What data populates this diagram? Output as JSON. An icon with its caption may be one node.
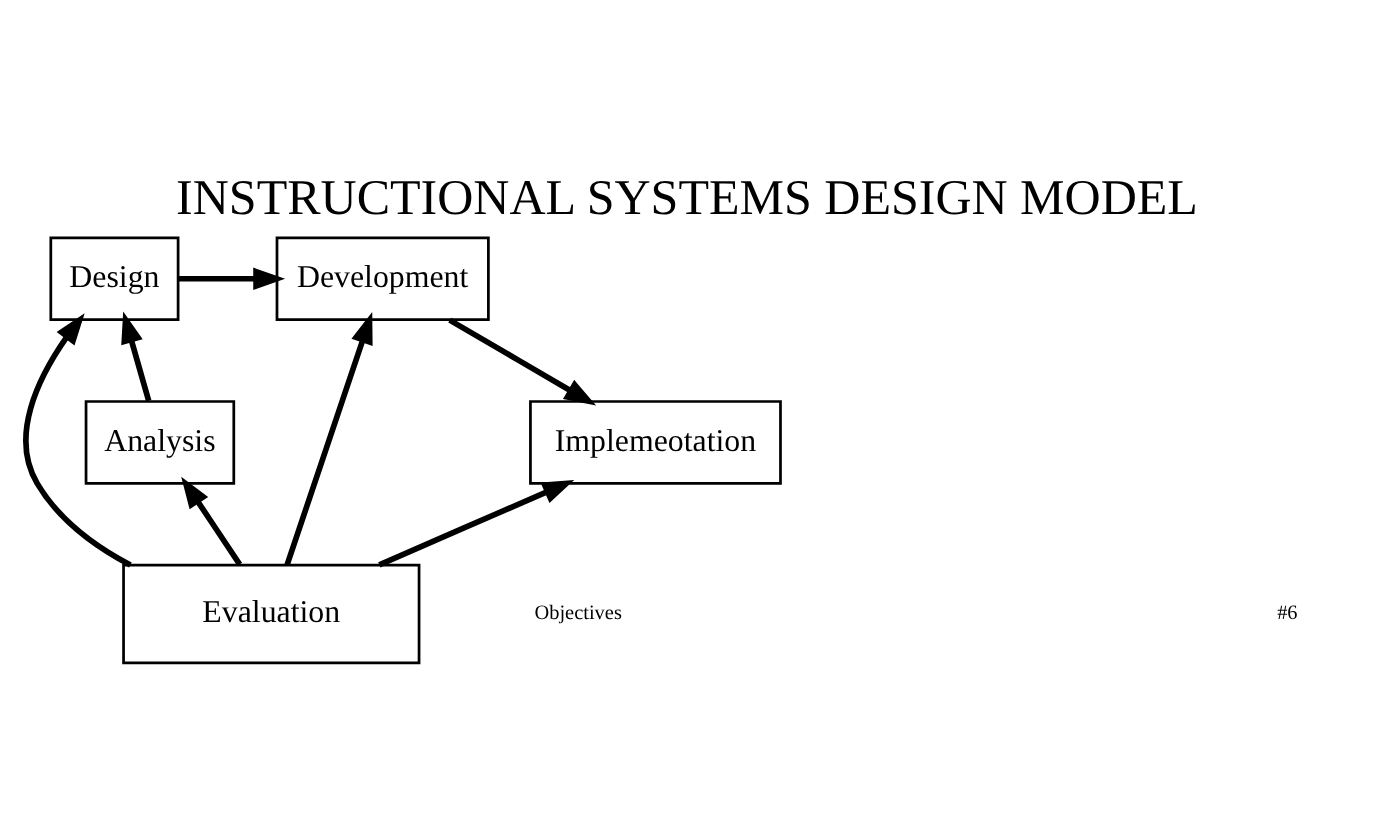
{
  "diagram": {
    "title": "INSTRUCTIONAL SYSTEMS DESIGN MODEL",
    "nodes": [
      {
        "text": [
          "Design"
        ]
      },
      {
        "text": [
          "Development"
        ]
      },
      {
        "text": [
          "Analysis"
        ]
      },
      {
        "text": [
          "Implemeotation"
        ]
      },
      {
        "text": [
          "Evaluation"
        ]
      }
    ],
    "edges": [
      {
        "from": 2,
        "to": 0,
        "arrow": "to"
      },
      {
        "from": 0,
        "to": 1,
        "arrow": "to"
      },
      {
        "from": 1,
        "to": 3,
        "arrow": "to"
      },
      {
        "from": 4,
        "to": 2,
        "arrow": "to"
      },
      {
        "from": 4,
        "to": 0,
        "arrow": "to"
      },
      {
        "from": 4,
        "to": 1,
        "arrow": "to"
      },
      {
        "from": 4,
        "to": 3,
        "arrow": "to"
      }
    ],
    "labels": [
      "Objectives",
      "#6"
    ]
  }
}
